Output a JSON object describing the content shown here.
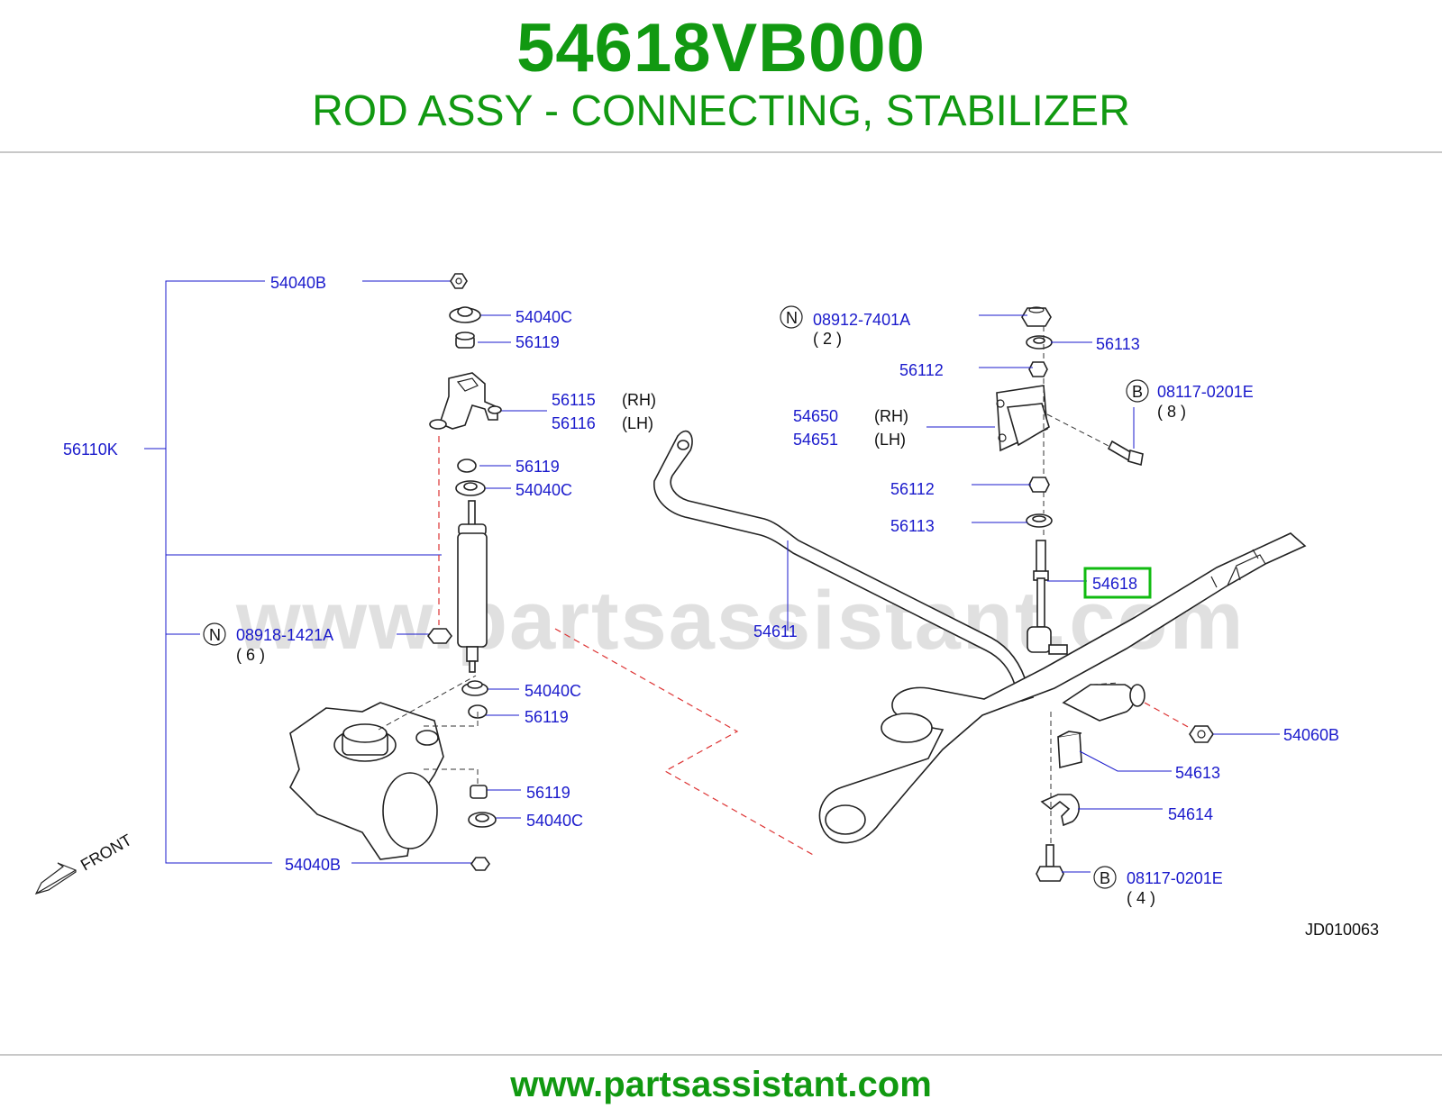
{
  "header": {
    "part_number": "54618VB000",
    "title": "ROD ASSY - CONNECTING, STABILIZER"
  },
  "watermark": "www.partsassistant.com",
  "footer": {
    "url": "www.partsassistant.com"
  },
  "diagram_code": "JD010063",
  "front_label": "FRONT",
  "colors": {
    "accent": "#119911",
    "label": "#1a1acc",
    "highlight": "#11bb11",
    "dash": "#dd3333"
  },
  "labels": {
    "l54040B_top": "54040B",
    "l54040C_1": "54040C",
    "l56119_1": "56119",
    "l56115": "56115",
    "l56115_side": "(RH)",
    "l56116": "56116",
    "l56116_side": "(LH)",
    "l56110K": "56110K",
    "l56119_2": "56119",
    "l54040C_2": "54040C",
    "l08918_badge": "N",
    "l08918": "08918-1421A",
    "l08918_qty": "( 6 )",
    "l54040C_3": "54040C",
    "l56119_3": "56119",
    "l56119_4": "56119",
    "l54040C_4": "54040C",
    "l54040B_bot": "54040B",
    "l08912_badge": "N",
    "l08912": "08912-7401A",
    "l08912_qty": "( 2 )",
    "l56113_1": "56113",
    "l56112_1": "56112",
    "l08117a_badge": "B",
    "l08117a": "08117-0201E",
    "l08117a_qty": "( 8 )",
    "l54650": "54650",
    "l54650_side": "(RH)",
    "l54651": "54651",
    "l54651_side": "(LH)",
    "l56112_2": "56112",
    "l56113_2": "56113",
    "l54618": "54618",
    "l54611": "54611",
    "l54060B": "54060B",
    "l54613": "54613",
    "l54614": "54614",
    "l08117b_badge": "B",
    "l08117b": "08117-0201E",
    "l08117b_qty": "( 4 )"
  }
}
